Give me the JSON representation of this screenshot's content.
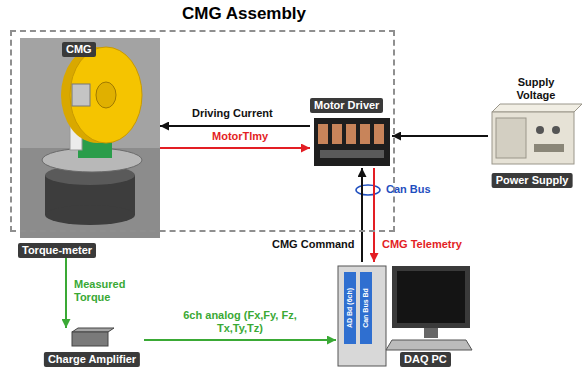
{
  "diagram": {
    "nodes": [
      {
        "text": [
          "CMG Assembly"
        ]
      },
      {
        "text": [
          "CMG"
        ],
        "in": 0
      },
      {
        "text": [
          "Motor Driver"
        ],
        "in": 0
      },
      {
        "text": [
          "Torque-meter"
        ]
      },
      {
        "text": [
          "Power Supply"
        ]
      },
      {
        "text": [
          "Charge Amplifier"
        ]
      },
      {
        "text": [
          "DAQ PC"
        ]
      }
    ],
    "edges": [
      {
        "from": 2,
        "to": 1,
        "label": "Driving Current",
        "arrow": "to"
      },
      {
        "from": 1,
        "to": 2,
        "label": "MotorTlmy",
        "arrow": "to"
      },
      {
        "from": 4,
        "to": 2,
        "label": "Supply Voltage",
        "arrow": "to"
      },
      {
        "from": 3,
        "to": 5,
        "label": "Measured Torque",
        "arrow": "to"
      },
      {
        "from": 5,
        "to": 6,
        "label": "6ch analog (Fx,Fy, Fz, Tx,Ty,Tz)",
        "arrow": "to"
      },
      {
        "from": 6,
        "to": 2,
        "label": "CMG Command",
        "arrow": "to"
      },
      {
        "from": 2,
        "to": 6,
        "label": "CMG Telemetry",
        "arrow": "to"
      }
    ],
    "labels": [
      "Can Bus",
      "AD Bd (6ch)",
      "Can Bus Bd"
    ]
  }
}
